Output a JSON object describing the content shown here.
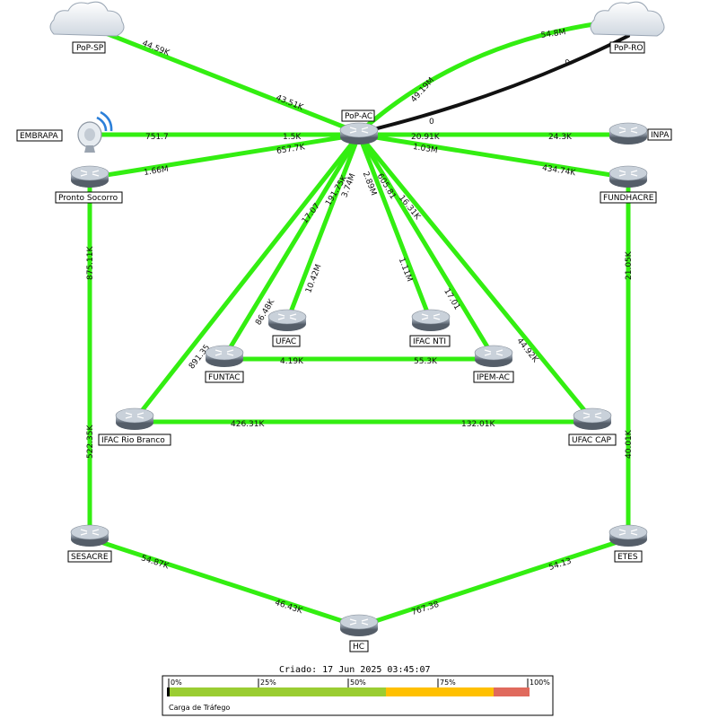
{
  "nodes": {
    "pop_sp": "PoP-SP",
    "pop_ro": "PoP-RO",
    "pop_ac": "PoP-AC",
    "embrapa": "EMBRAPA",
    "inpa": "INPA",
    "pronto_socorro": "Pronto Socorro",
    "fundhacre": "FUNDHACRE",
    "ufac": "UFAC",
    "ifac_nti": "IFAC NTI",
    "funtac": "FUNTAC",
    "ipem_ac": "IPEM-AC",
    "ifac_rio_branco": "IFAC Rio Branco",
    "ufac_cap": "UFAC CAP",
    "sesacre": "SESACRE",
    "etes": "ETES",
    "hc": "HC"
  },
  "links": {
    "popsp_popac_out": "44.59K",
    "popsp_popac_in": "43.51K",
    "poprp_popac_out": "54.8M",
    "poprp_popac_in": "49.19M",
    "poprp_popac_black_a": "0",
    "poprp_popac_black_b": "0",
    "embrapa_out": "751.7",
    "embrapa_in": "1.5K",
    "inpa_a": "20.91K",
    "inpa_b": "24.3K",
    "ps_a": "1.66M",
    "ps_b": "657.7K",
    "fund_a": "1.03M",
    "fund_b": "434.74K",
    "ifacrb_a": "17.07",
    "ifacrb_b": "891.35",
    "funtac_a": "191.75K",
    "funtac_b": "86.48K",
    "ufac_a": "3.74M",
    "ufac_b": "10.42M",
    "ifacnti_a": "2.89M",
    "ifacnti_b": "1.11M",
    "ipem_a": "605.81",
    "ipem_b": "17.01",
    "ufaccap_a": "16.31K",
    "ufaccap_b": "44.92K",
    "ps_sesacre_a": "875.11K",
    "ps_sesacre_b": "522.35K",
    "fund_etes_a": "21.05K",
    "fund_etes_b": "40.01K",
    "funtac_ipem_a": "4.19K",
    "funtac_ipem_b": "55.3K",
    "ifacrb_ufaccap_a": "426.31K",
    "ifacrb_ufaccap_b": "132.01K",
    "sesacre_hc_a": "54.87K",
    "sesacre_hc_b": "46.43K",
    "etes_hc_a": "54.13",
    "etes_hc_b": "767.38"
  },
  "footer": {
    "created": "Criado: 17 Jun 2025 03:45:07",
    "legend_title": "Carga de Tráfego",
    "ticks": [
      "0%",
      "25%",
      "50%",
      "75%",
      "100%"
    ]
  },
  "colors": {
    "link_active": "#33ee11",
    "link_zero": "#111111",
    "legend_black": "#000000",
    "legend_green": "#9acd32",
    "legend_yellow": "#ffc000",
    "legend_red": "#e06a5d"
  }
}
